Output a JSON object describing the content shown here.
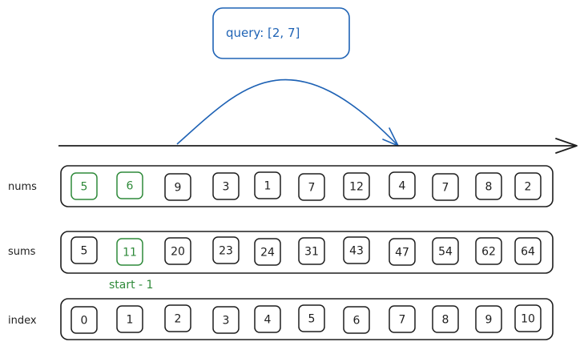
{
  "query_box": {
    "label": "query: [2, 7]"
  },
  "rows": [
    {
      "key": "nums",
      "label": "nums",
      "values": [
        "5",
        "6",
        "9",
        "3",
        "1",
        "7",
        "12",
        "4",
        "7",
        "8",
        "2"
      ],
      "highlight": [
        0,
        1
      ]
    },
    {
      "key": "sums",
      "label": "sums",
      "values": [
        "5",
        "11",
        "20",
        "23",
        "24",
        "31",
        "43",
        "47",
        "54",
        "62",
        "64"
      ],
      "highlight": [
        1
      ]
    },
    {
      "key": "index",
      "label": "index",
      "values": [
        "0",
        "1",
        "2",
        "3",
        "4",
        "5",
        "6",
        "7",
        "8",
        "9",
        "10"
      ],
      "highlight": []
    }
  ],
  "annotation": {
    "text": "start - 1"
  },
  "colors": {
    "ink": "#1e1e1e",
    "query": "#1f63b5",
    "highlight": "#2f8a3a"
  }
}
